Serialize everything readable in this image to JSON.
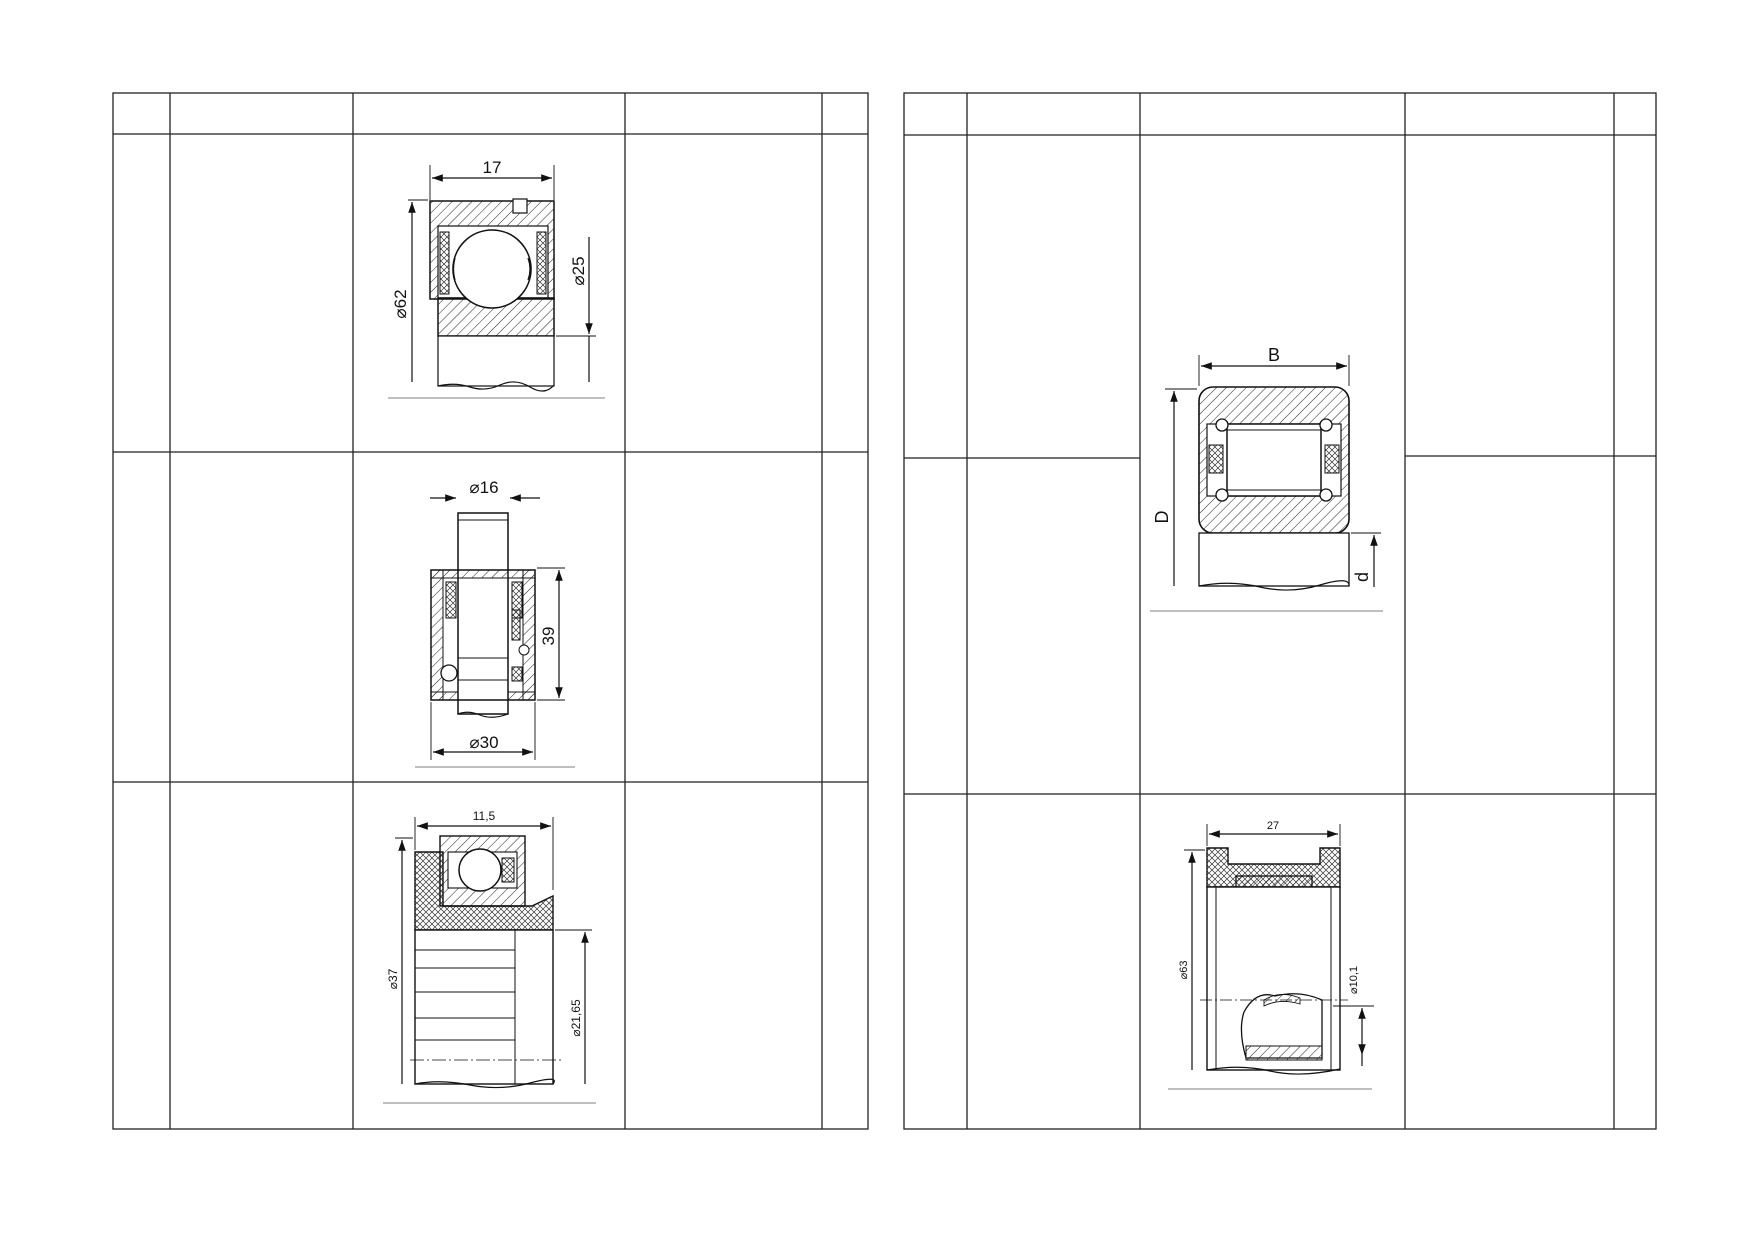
{
  "drawings": {
    "bearing_1": {
      "width": "17",
      "outer_diameter": "⌀62",
      "inner_diameter": "⌀25"
    },
    "bearing_2": {
      "top_diameter": "⌀16",
      "height": "39",
      "bottom_diameter": "⌀30"
    },
    "bearing_3": {
      "width": "11,5",
      "outer_diameter": "⌀37",
      "inner_diameter": "⌀21,65"
    },
    "bearing_4": {
      "width": "B",
      "outer_diameter": "D",
      "inner_diameter": "d"
    },
    "bearing_5": {
      "width": "27",
      "outer_diameter": "⌀63",
      "bore_diameter": "⌀10,1"
    }
  }
}
